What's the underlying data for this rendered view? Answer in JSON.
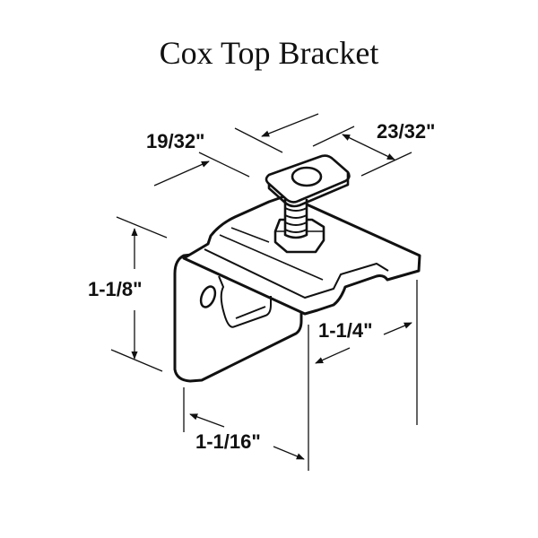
{
  "title": "Cox Top Bracket",
  "dimensions": {
    "top_depth": "19/32\"",
    "top_width": "23/32\"",
    "height": "1-1/8\"",
    "flange_length": "1-1/4\"",
    "base_width": "1-1/16\""
  },
  "colors": {
    "line": "#111111",
    "background": "#ffffff"
  }
}
